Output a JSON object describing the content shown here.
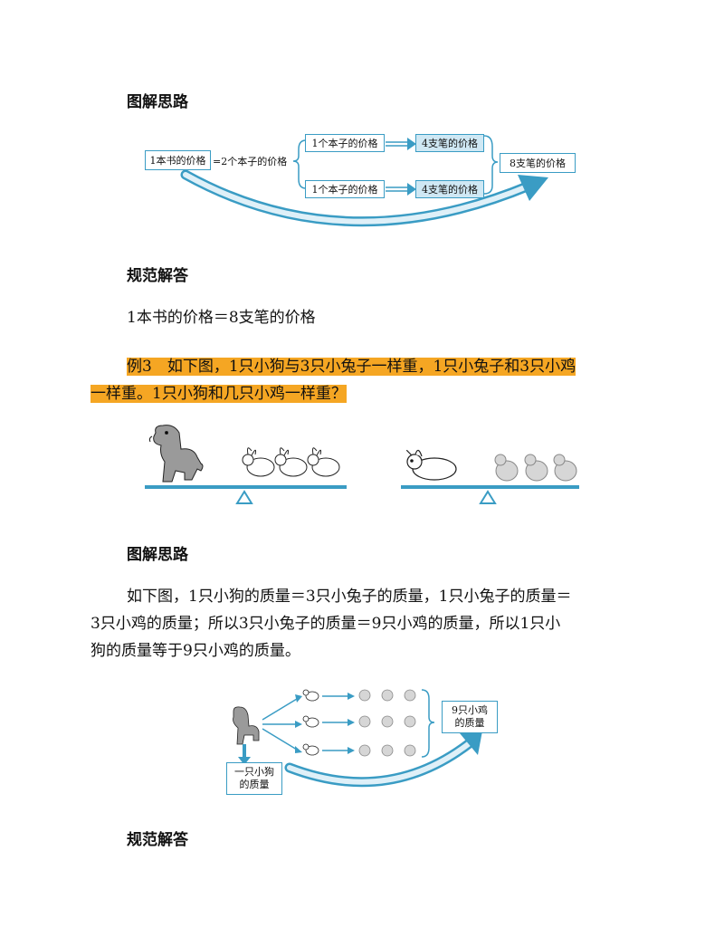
{
  "section1": {
    "heading": "图解思路",
    "diagram": {
      "book_box": "1本书的价格",
      "equals_text": "=2个本子的价格",
      "notebook_top": "1个本子的价格",
      "notebook_bottom": "1个本子的价格",
      "pens_top": "4支笔的价格",
      "pens_bottom": "4支笔的价格",
      "result_box": "8支笔的价格"
    }
  },
  "section2": {
    "heading": "规范解答",
    "answer": "1本书的价格＝8支笔的价格"
  },
  "example3": {
    "line1": "例3　如下图，1只小狗与3只小兔子一样重，1只小兔子和3只小鸡",
    "line2": "一样重。1只小狗和几只小鸡一样重？"
  },
  "section3": {
    "heading": "图解思路",
    "para_line1": "如下图，1只小狗的质量＝3只小兔子的质量，1只小兔子的质量＝",
    "para_line2": "3只小鸡的质量；所以3只小兔子的质量＝9只小鸡的质量，所以1只小",
    "para_line3": "狗的质量等于9只小鸡的质量。",
    "diagram": {
      "result_line1": "9只小鸡",
      "result_line2": "的质量",
      "dog_line1": "一只小狗",
      "dog_line2": "的质量"
    }
  },
  "section4": {
    "heading": "规范解答"
  },
  "colors": {
    "accent": "#3a9cc4",
    "highlight": "#f5a623",
    "box_fill": "#cfe8f4"
  }
}
